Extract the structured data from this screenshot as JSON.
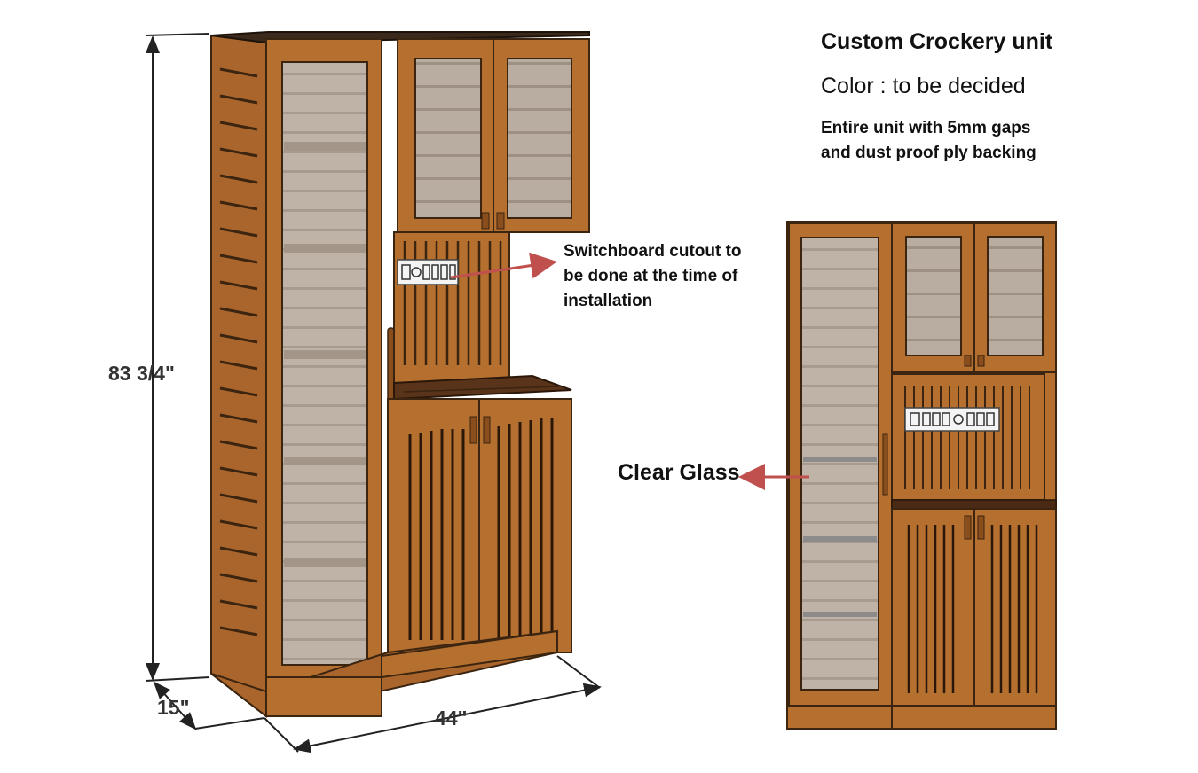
{
  "annotations": {
    "title": "Custom Crockery unit",
    "color_note": "Color : to be decided",
    "gap_note_line1": "Entire unit with 5mm gaps",
    "gap_note_line2": "and dust proof ply backing",
    "switchboard_line1": "Switchboard cutout to",
    "switchboard_line2": "be done at the time of",
    "switchboard_line3": "installation",
    "glass_label": "Clear Glass"
  },
  "dimensions": {
    "height": "83 3/4\"",
    "depth": "15\"",
    "width": "44\""
  },
  "colors": {
    "wood": "#b5702f",
    "wood_dark": "#7a4518",
    "wood_light": "#c98a45",
    "glass": "#b8aba0",
    "arrow": "#c0504d",
    "dimension_line": "#222222"
  }
}
